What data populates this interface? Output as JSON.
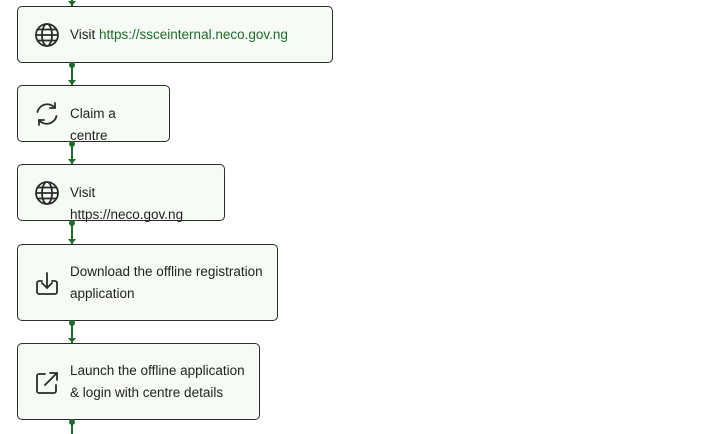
{
  "flow": {
    "steps": [
      {
        "icon": "globe-icon",
        "label_prefix": "Visit ",
        "link": "https://ssceinternal.neco.gov.ng"
      },
      {
        "icon": "refresh-icon",
        "label": "Claim a centre"
      },
      {
        "icon": "globe-icon",
        "label": "Visit https://neco.gov.ng"
      },
      {
        "icon": "download-icon",
        "line1": "Download the offline registration",
        "line2": "application"
      },
      {
        "icon": "external-link-icon",
        "line1": "Launch the offline application",
        "line2": "& login with centre details"
      }
    ]
  },
  "colors": {
    "connector": "#1f6b2c",
    "link": "#1f6b2c",
    "card_background": "#f6fbf6",
    "card_border": "#2b2b2b"
  }
}
